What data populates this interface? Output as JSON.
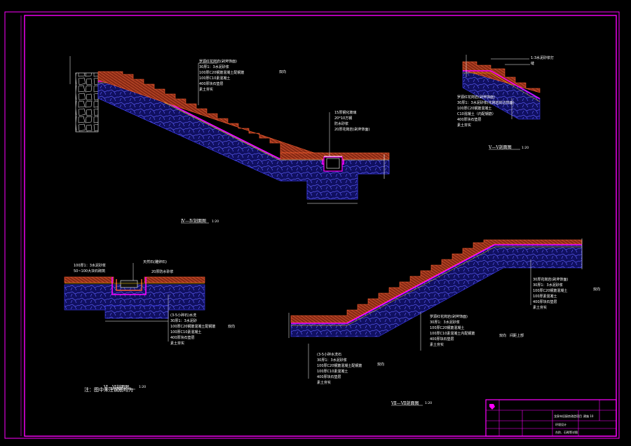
{
  "sections": {
    "s4": {
      "title": "Ⅳ—Ⅳ剖面图",
      "scale": "1:20",
      "labels": [
        "罗源红花岗岩(剁斧饰面)",
        "30厚1：3水泥砂浆",
        "100厚C20钢筋混凝土配钢筋",
        "100厚C10素混凝土",
        "400厚块石垫层",
        "素土夯实"
      ],
      "tag": "双向",
      "drain_labels": [
        "15厚钢化玻璃",
        "20*10方钢",
        "防水砂浆",
        "20厚花岗岩(剁斧饰面)"
      ]
    },
    "s5": {
      "title": "Ⅴ—Ⅴ剖面图",
      "scale": "1:20",
      "top_label": "1:3水泥砂浆打",
      "top_label2": "缝",
      "labels": [
        "罗源红花岗岩(剁斧饰面)",
        "30厚1：3水泥砂浆(花岗岩封边饰面)",
        "100厚C20钢筋混凝土",
        "C10混凝土（内配钢筋）",
        "400厚块石垫层",
        "素土夯实"
      ]
    },
    "s6": {
      "title": "Ⅵ—Ⅵ剖面图",
      "scale": "1:20",
      "left_labels": [
        "100厚1：3水泥砂浆",
        "50~100大块石砌筑"
      ],
      "top_labels": [
        "天然石(雕卵石)",
        "20厚防水砂浆"
      ],
      "labels": [
        "(3-5小碎石)水洗",
        "30厚1：3水泥砂",
        "100厚C20钢筋混凝土配钢筋",
        "100厚C10素混凝土",
        "400厚块石垫层",
        "素土夯实"
      ],
      "tag": "双向"
    },
    "s7": {
      "title": "Ⅶ—Ⅶ剖面图",
      "scale": "1:20",
      "right_labels": [
        "30厚花岗岩(剁斧饰面)",
        "30厚1：3水泥砂浆",
        "100厚C20钢筋混凝土",
        "100厚素混凝土",
        "400厚块石垫层",
        "素土夯实"
      ],
      "right_tag": "双向",
      "mid_labels": [
        "罗源红花岗岩(剁斧饰面)",
        "30厚1：3水泥砂浆",
        "100厚C20钢筋混凝土",
        "100厚C10素混凝土内配钢筋",
        "400厚块石垫层",
        "素土夯实"
      ],
      "mid_tag": "双向　间距上部",
      "bottom_labels": [
        "(3-5小碎水洗石",
        "30厚1：3水泥砂浆",
        "100厚C20钢筋混凝土配钢筋",
        "100厚C10素混凝土",
        "400厚块石垫层",
        "素土夯实"
      ],
      "bottom_tag": "双向"
    }
  },
  "note": "注：图中未注钢筋均为",
  "title_block": {
    "project": "龙泉寺旧厨房改造项目",
    "sheet": "建施 10",
    "drawing_type": "环境设计",
    "drawing_name": "台阶、石砌等详图"
  },
  "colors": {
    "frame": "#ff00ff",
    "surface": "#c8461e",
    "mortar": "#ffd200",
    "rebar": "#ff0000",
    "concrete": "#0000c8",
    "stone": "#2020a0",
    "soil": "#ffffff"
  }
}
